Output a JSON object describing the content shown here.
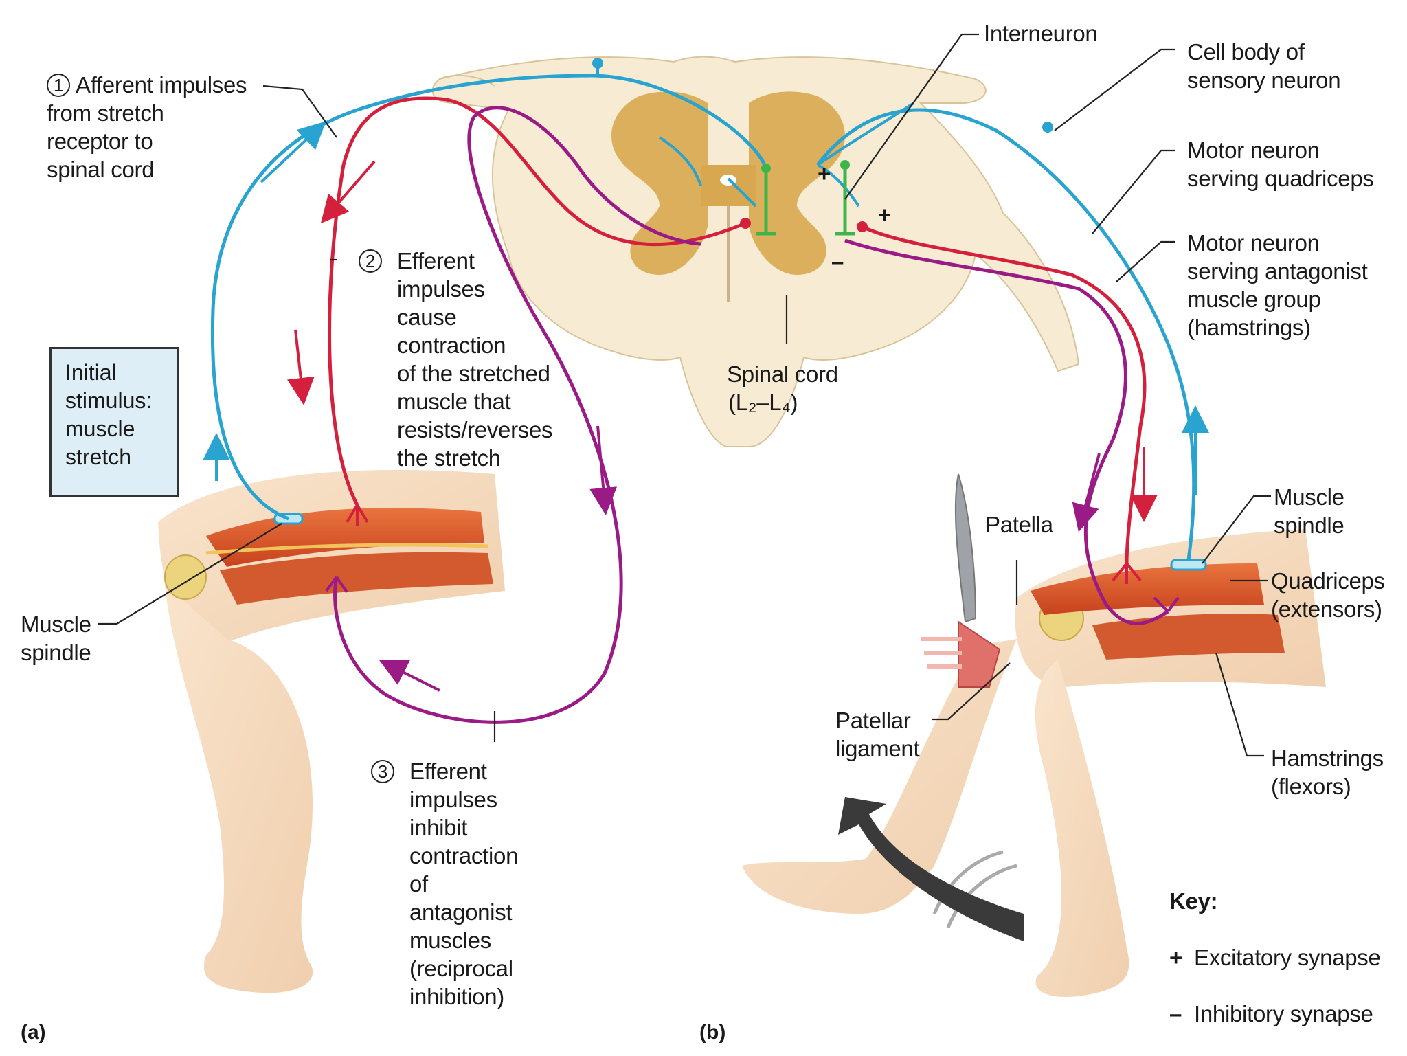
{
  "labels": {
    "afferent": "Afferent impulses\nfrom stretch\nreceptor to\nspinal cord",
    "efferent_contract": "Efferent\nimpulses\ncause\ncontraction\nof the stretched\nmuscle that\nresists/reverses\nthe stretch",
    "efferent_inhibit": "Efferent impulses\ninhibit\ncontraction\nof antagonist\nmuscles\n(reciprocal\ninhibition)",
    "initial_stimulus": "Initial\nstimulus:\nmuscle\nstretch",
    "muscle_spindle_a": "Muscle\nspindle",
    "interneuron": "Interneuron",
    "cell_body": "Cell body of\nsensory neuron",
    "motor_quadriceps": "Motor neuron\nserving quadriceps",
    "motor_antagonist": "Motor neuron\nserving antagonist\nmuscle group\n(hamstrings)",
    "spinal_cord": "Spinal cord",
    "spinal_level": "(L₂–L₄)",
    "patella": "Patella",
    "muscle_spindle_b": "Muscle\nspindle",
    "quadriceps": "Quadriceps\n(extensors)",
    "patellar_ligament": "Patellar\nligament",
    "hamstrings": "Hamstrings\n(flexors)"
  },
  "steps": {
    "one": "1",
    "two": "2",
    "three": "3"
  },
  "panels": {
    "a": "(a)",
    "b": "(b)"
  },
  "synapse_marks": {
    "plus": "+",
    "minus": "–"
  },
  "key": {
    "title": "Key:",
    "excitatory_symbol": "+",
    "excitatory": "Excitatory synapse",
    "inhibitory_symbol": "–",
    "inhibitory": "Inhibitory synapse"
  },
  "colors": {
    "sensory": "#29a3cf",
    "motor": "#d4203c",
    "inhibit": "#9a1a86",
    "interneuron": "#3db54a",
    "gray_matter": "#d7a84f",
    "white_matter": "#f7ecd3",
    "muscle": "#d9552c",
    "skin": "#f6dcc0"
  }
}
